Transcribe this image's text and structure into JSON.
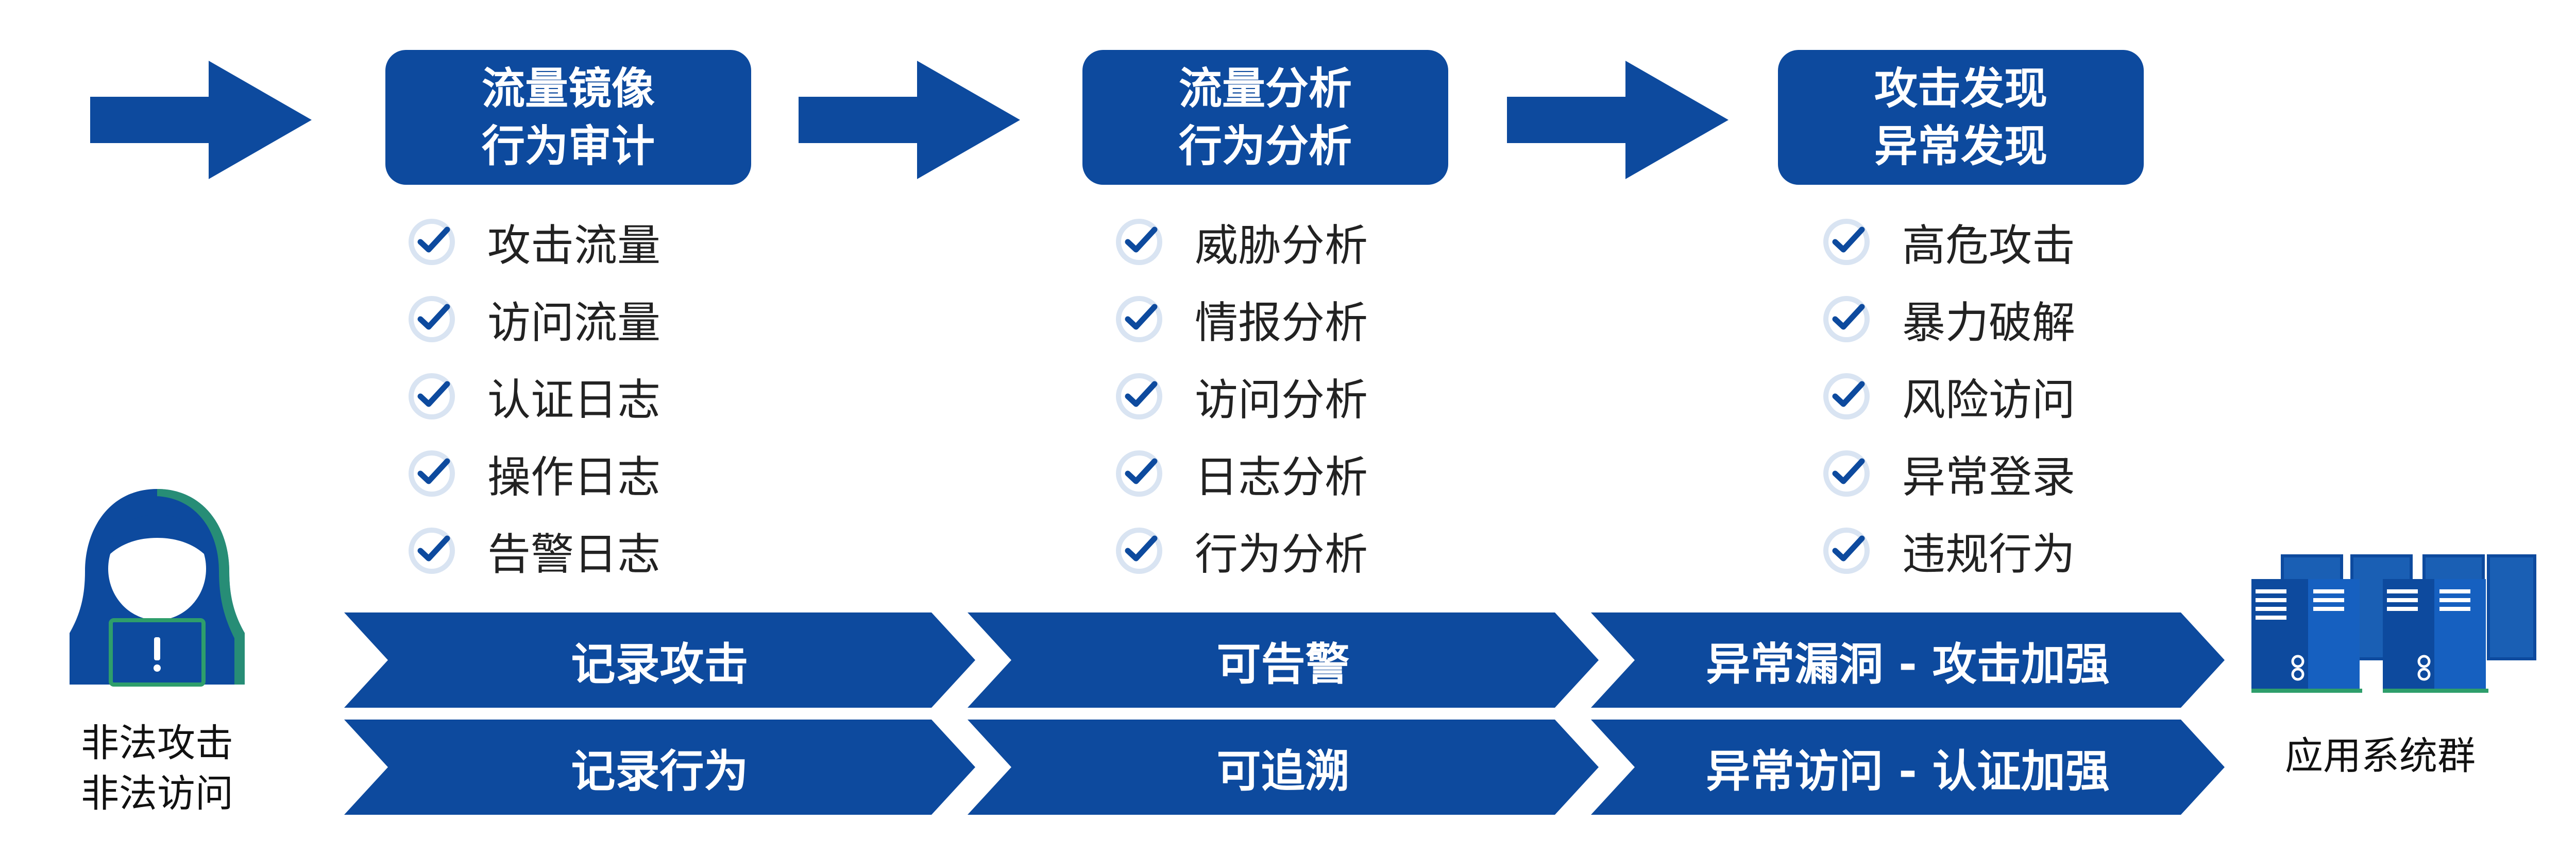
{
  "colors": {
    "primary": "#0D4A9E",
    "check_light": "#D9E4F2",
    "accent_green": "#2E9E6B",
    "text": "#222222"
  },
  "stages": [
    {
      "line1": "流量镜像",
      "line2": "行为审计"
    },
    {
      "line1": "流量分析",
      "line2": "行为分析"
    },
    {
      "line1": "攻击发现",
      "line2": "异常发现"
    }
  ],
  "lists": [
    [
      "攻击流量",
      "访问流量",
      "认证日志",
      "操作日志",
      "告警日志"
    ],
    [
      "威胁分析",
      "情报分析",
      "访问分析",
      "日志分析",
      "行为分析"
    ],
    [
      "高危攻击",
      "暴力破解",
      "风险访问",
      "异常登录",
      "违规行为"
    ]
  ],
  "banners_row1": [
    "记录攻击",
    "可告警",
    "异常漏洞 - 攻击加强"
  ],
  "banners_row2": [
    "记录行为",
    "可追溯",
    "异常访问 - 认证加强"
  ],
  "attacker": {
    "line1": "非法攻击",
    "line2": "非法访问",
    "icon": "hacker-icon"
  },
  "servers": {
    "label": "应用系统群",
    "icon": "server-cluster-icon"
  }
}
